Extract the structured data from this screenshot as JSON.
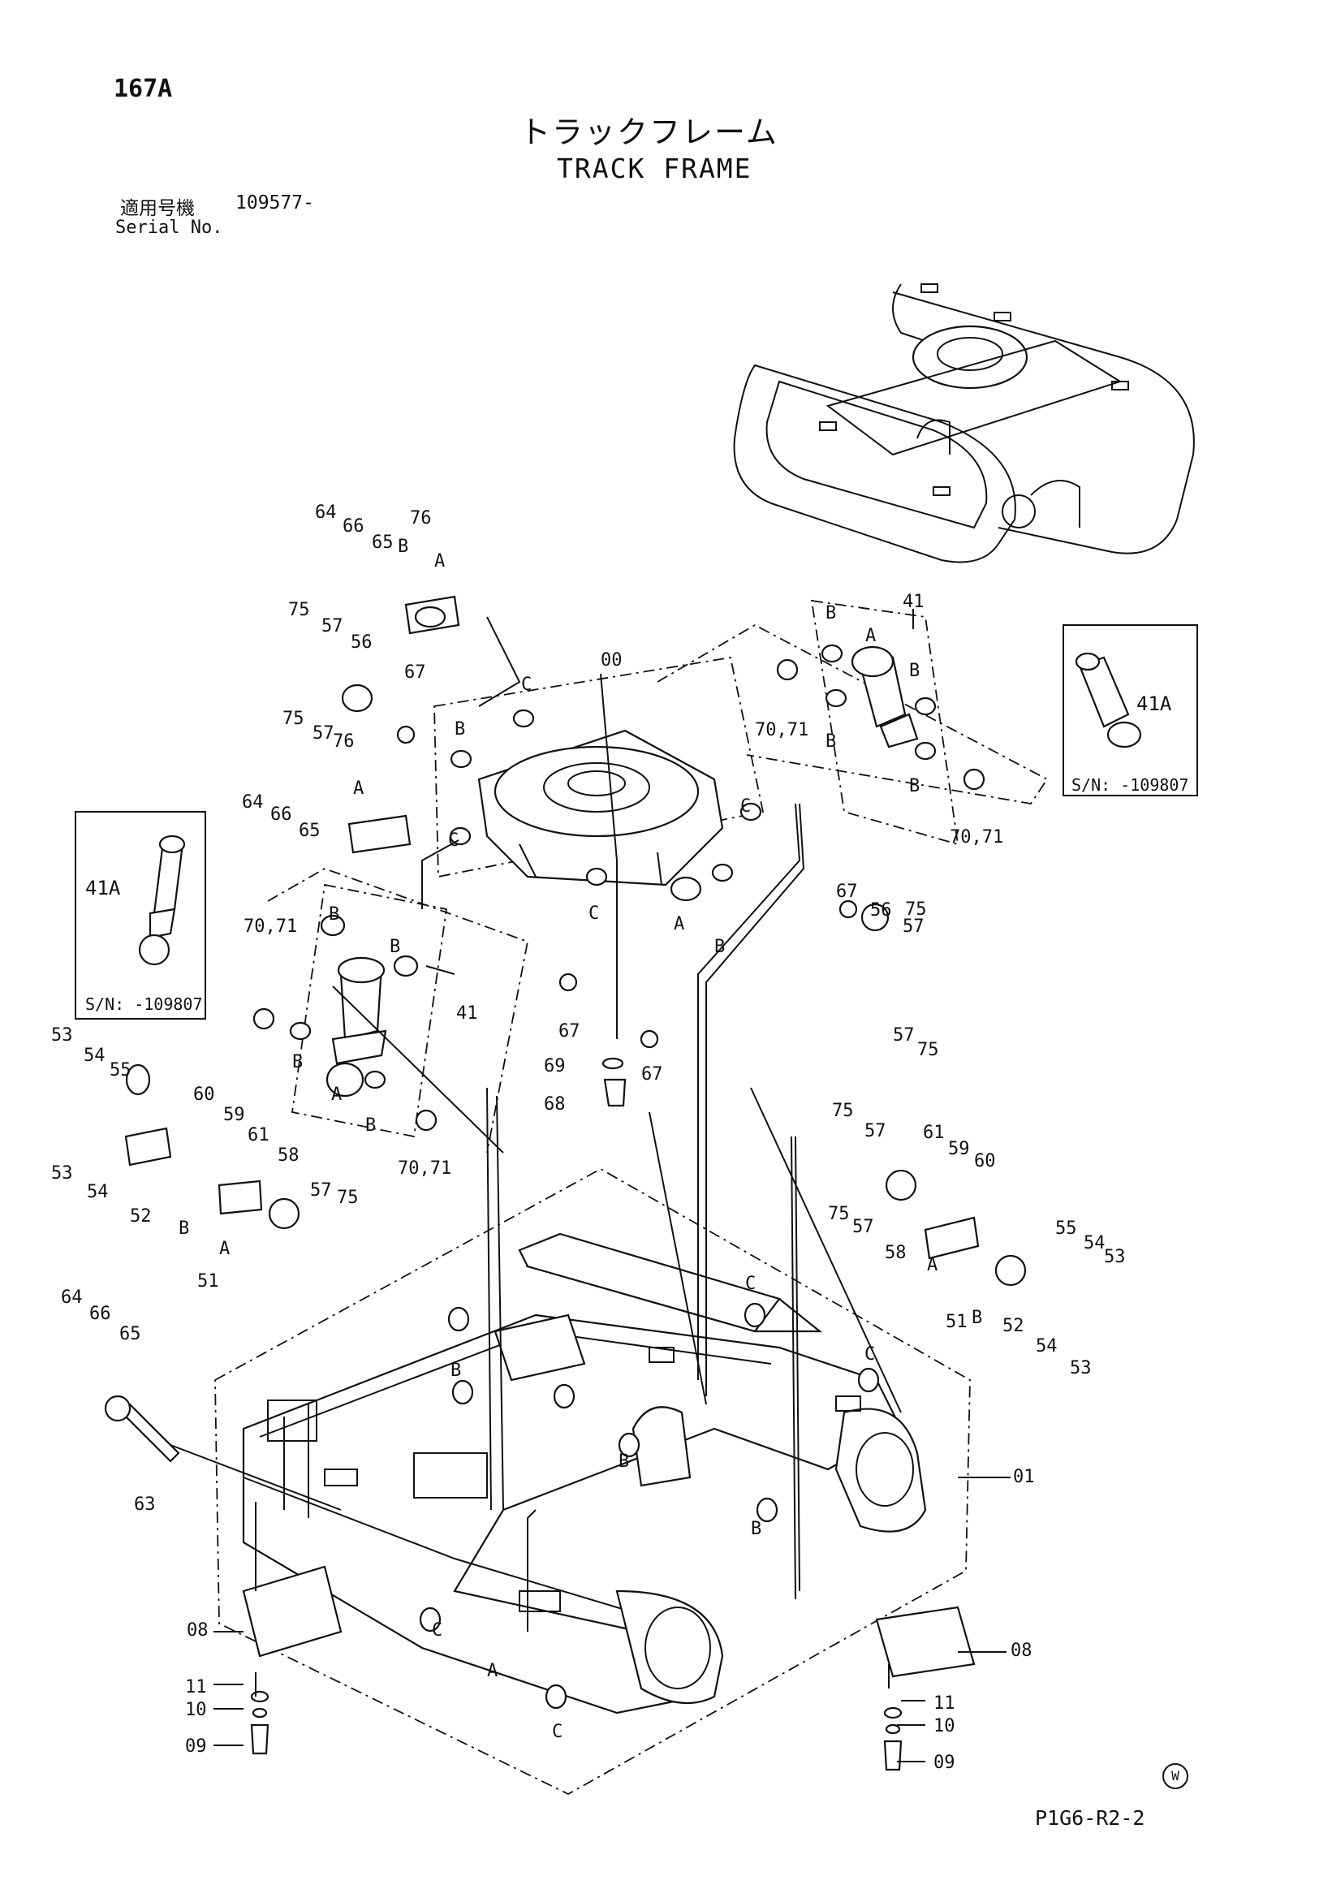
{
  "header": {
    "page_code": "167A",
    "title_jp": "トラックフレーム",
    "title_en": "TRACK FRAME",
    "serial_label_jp": "適用号機",
    "serial_value": "109577-",
    "serial_label_en": "Serial No."
  },
  "insets": {
    "left": {
      "part": "41A",
      "serial": "S/N: -109807"
    },
    "right": {
      "part": "41A",
      "serial": "S/N: -109807"
    }
  },
  "callouts": [
    "64",
    "66",
    "65",
    "76",
    "B",
    "A",
    "75",
    "57",
    "56",
    "67",
    "00",
    "C",
    "41",
    "70,71",
    "63",
    "08",
    "11",
    "10",
    "09",
    "01",
    "53",
    "54",
    "55",
    "52",
    "60",
    "59",
    "61",
    "58",
    "51",
    "68",
    "69"
  ],
  "footer": {
    "w_mark": "W",
    "drawing_code": "P1G6-R2-2"
  }
}
